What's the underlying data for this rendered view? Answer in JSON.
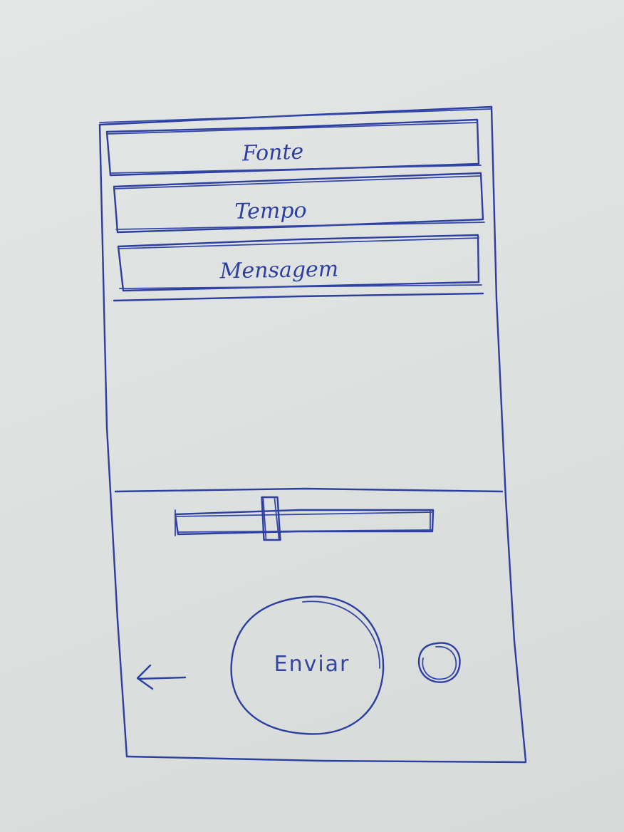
{
  "menu": {
    "items": [
      {
        "label": "Fonte"
      },
      {
        "label": "Tempo"
      },
      {
        "label": "Mensagem"
      }
    ]
  },
  "slider": {
    "value_fraction": 0.37
  },
  "controls": {
    "back_icon": "arrow-left-icon",
    "send_label": "Enviar",
    "secondary_icon": "circle-icon"
  },
  "colors": {
    "ink": "#2c3fa0",
    "paper": "#e0e3e1"
  }
}
